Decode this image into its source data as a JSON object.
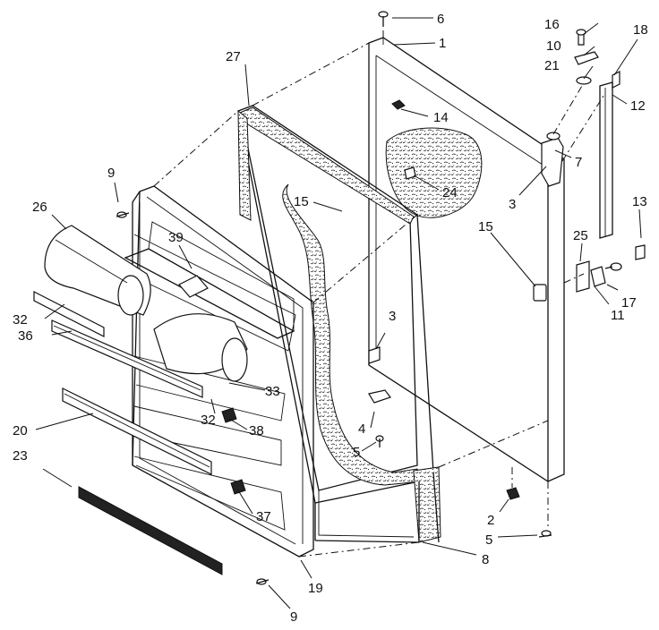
{
  "callouts": [
    {
      "id": "c6",
      "label": "6"
    },
    {
      "id": "c1",
      "label": "1"
    },
    {
      "id": "c16",
      "label": "16"
    },
    {
      "id": "c18",
      "label": "18"
    },
    {
      "id": "c10",
      "label": "10"
    },
    {
      "id": "c21",
      "label": "21"
    },
    {
      "id": "c12",
      "label": "12"
    },
    {
      "id": "c27",
      "label": "27"
    },
    {
      "id": "c14",
      "label": "14"
    },
    {
      "id": "c7",
      "label": "7"
    },
    {
      "id": "c9a",
      "label": "9"
    },
    {
      "id": "c15a",
      "label": "15"
    },
    {
      "id": "c24",
      "label": "24"
    },
    {
      "id": "c3a",
      "label": "3"
    },
    {
      "id": "c13",
      "label": "13"
    },
    {
      "id": "c26",
      "label": "26"
    },
    {
      "id": "c39",
      "label": "39"
    },
    {
      "id": "c15b",
      "label": "15"
    },
    {
      "id": "c25",
      "label": "25"
    },
    {
      "id": "c17",
      "label": "17"
    },
    {
      "id": "c11",
      "label": "11"
    },
    {
      "id": "c32a",
      "label": "32"
    },
    {
      "id": "c36",
      "label": "36"
    },
    {
      "id": "c3b",
      "label": "3"
    },
    {
      "id": "c33",
      "label": "33"
    },
    {
      "id": "c32b",
      "label": "32"
    },
    {
      "id": "c38",
      "label": "38"
    },
    {
      "id": "c4",
      "label": "4"
    },
    {
      "id": "c20",
      "label": "20"
    },
    {
      "id": "c5a",
      "label": "5"
    },
    {
      "id": "c23",
      "label": "23"
    },
    {
      "id": "c37",
      "label": "37"
    },
    {
      "id": "c2",
      "label": "2"
    },
    {
      "id": "c5b",
      "label": "5"
    },
    {
      "id": "c8",
      "label": "8"
    },
    {
      "id": "c19",
      "label": "19"
    },
    {
      "id": "c9b",
      "label": "9"
    }
  ]
}
